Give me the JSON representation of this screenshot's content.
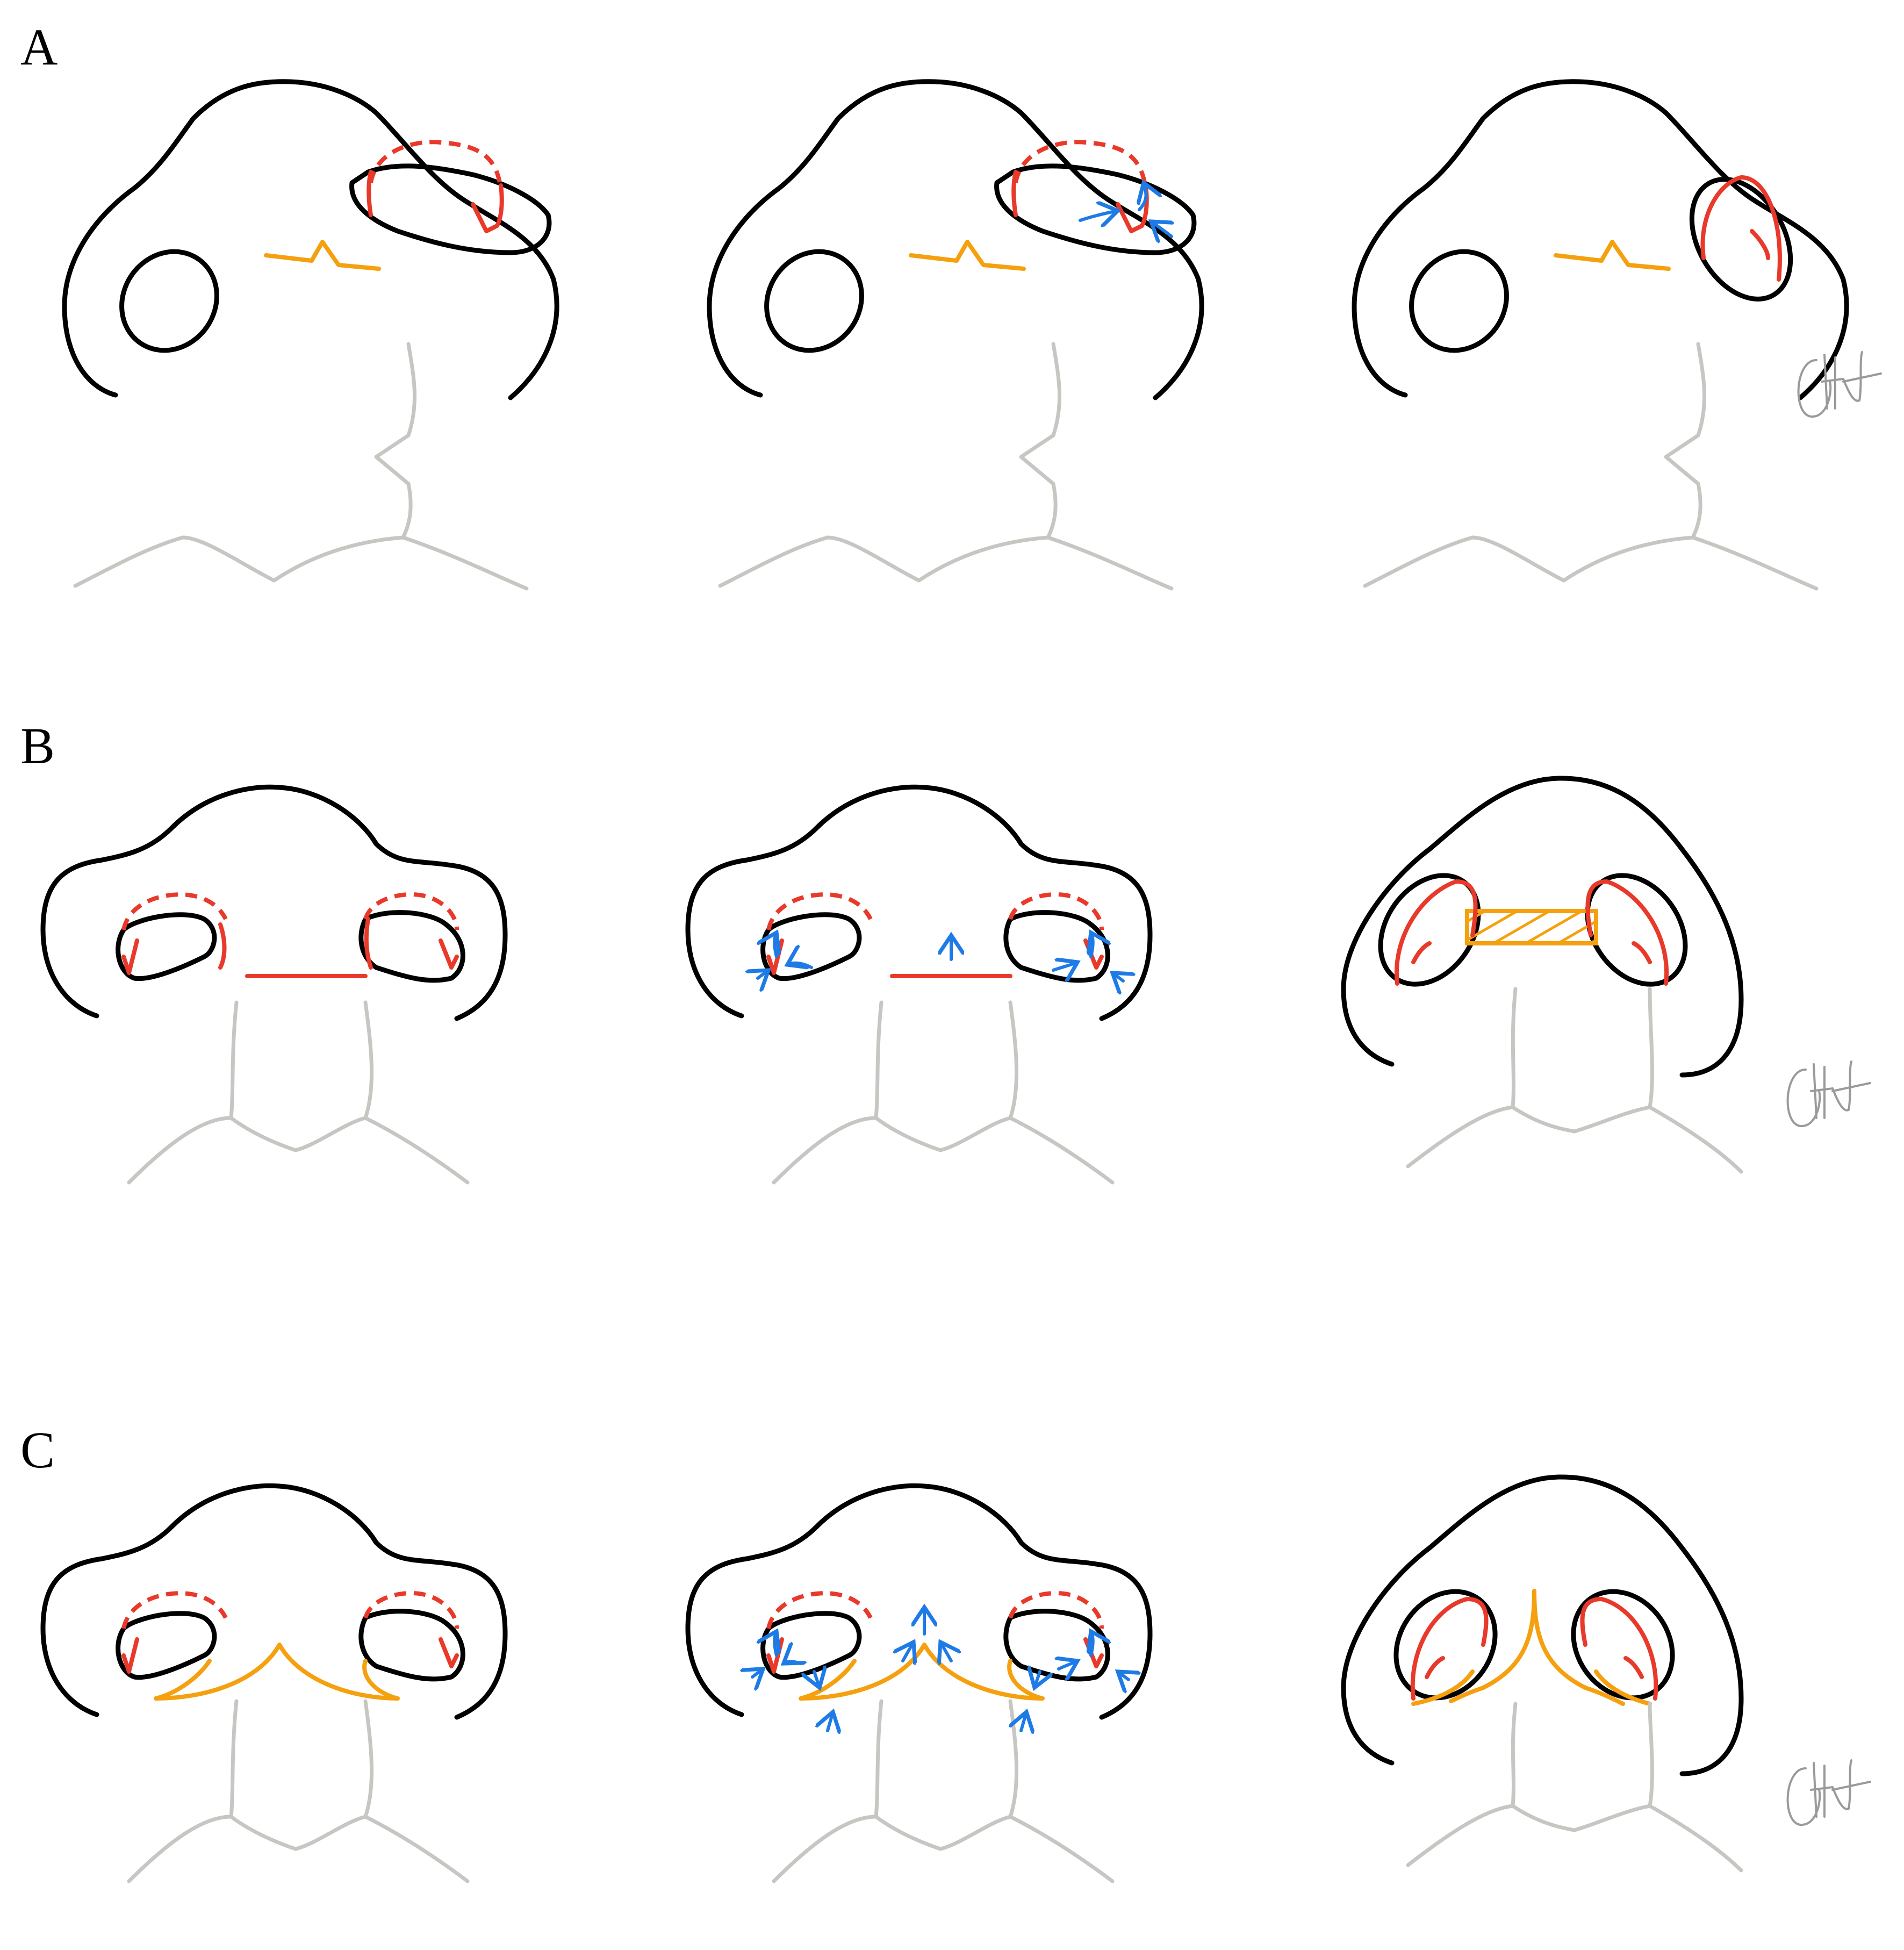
{
  "figure": {
    "panels": [
      {
        "label": "A",
        "row": 0,
        "description": "Z-plasty columellar incision with unilateral nostril alar rim flap; stages: incision, flap rotation, closure"
      },
      {
        "label": "B",
        "row": 1,
        "description": "Bilateral transverse columellar incision with bilateral rim flaps; stages: incision, advancement, closure with hatched graft"
      },
      {
        "label": "C",
        "row": 2,
        "description": "V-Y columellar lengthening with bilateral rim flaps; stages: incision, advancement, closure"
      }
    ],
    "columns": [
      "design",
      "flap movement",
      "result"
    ],
    "signature": "signature",
    "legend_colors": {
      "outline": "#000000",
      "underlying_structure": "#c8c6c2",
      "incision_red": "#e8392a",
      "incision_orange": "#f5a00e",
      "movement_arrows": "#1e7be6"
    }
  }
}
